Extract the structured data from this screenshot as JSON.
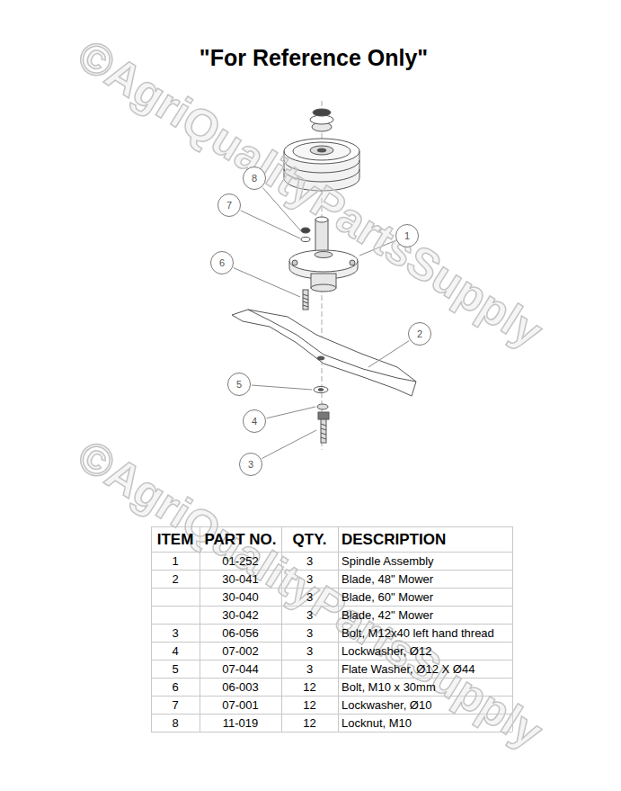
{
  "diagram": {
    "title": "\"For Reference Only\"",
    "nodes": [
      {
        "text": [
          "8"
        ]
      },
      {
        "text": [
          "7"
        ]
      },
      {
        "text": [
          "1"
        ]
      },
      {
        "text": [
          "6"
        ]
      },
      {
        "text": [
          "2"
        ]
      },
      {
        "text": [
          "5"
        ]
      },
      {
        "text": [
          "4"
        ]
      },
      {
        "text": [
          "3"
        ]
      }
    ],
    "labels": [
      "©AgriQualityPartsSupply",
      "©AgriQualityPartsSupply",
      "ITEM",
      "PART NO.",
      "QTY.",
      "DESCRIPTION",
      "1",
      "01-252",
      "3",
      "Spindle Assembly",
      "2",
      "30-041",
      "3",
      "Blade, 48\" Mower",
      "30-040",
      "3",
      "Blade, 60\" Mower",
      "30-042",
      "3",
      "Blade, 42\" Mower",
      "3",
      "06-056",
      "3",
      "Bolt, M12x40 left hand thread",
      "4",
      "07-002",
      "3",
      "Lockwasher, Ø12",
      "5",
      "07-044",
      "3",
      "Flate Washer, Ø12 X Ø44",
      "6",
      "06-003",
      "12",
      "Bolt, M10 x 30mm",
      "7",
      "07-001",
      "12",
      "Lockwasher, Ø10",
      "8",
      "11-019",
      "12",
      "Locknut, M10"
    ]
  }
}
